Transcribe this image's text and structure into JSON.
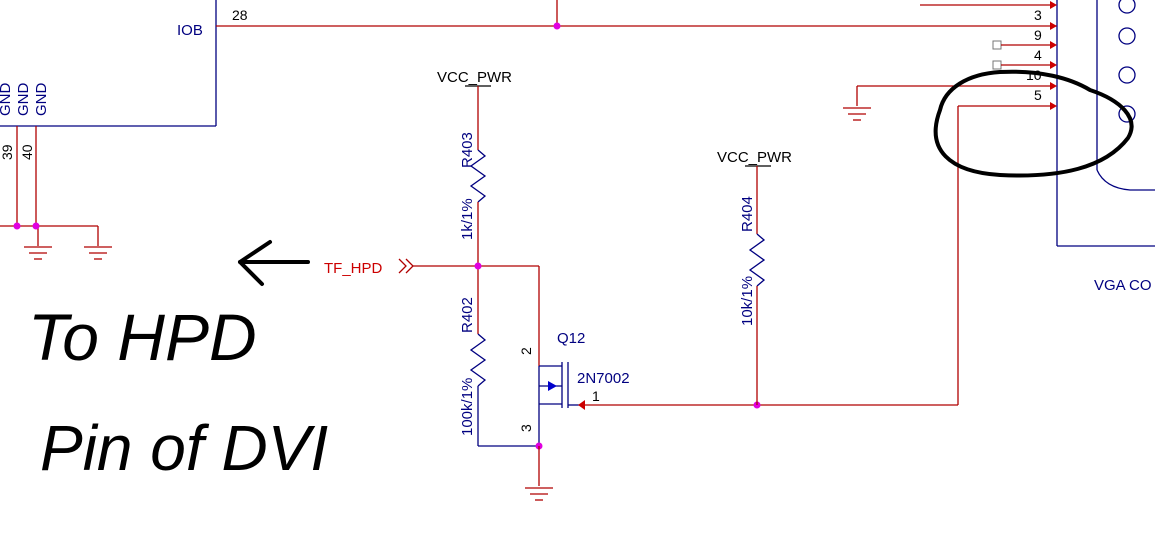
{
  "ic_left": {
    "pin_label": "IOB",
    "pin_number": "28",
    "gnd_labels": [
      "GND",
      "GND",
      "GND"
    ],
    "gnd_pin_numbers": [
      "39",
      "40"
    ]
  },
  "power_nets": {
    "r403_supply": "VCC_PWR",
    "r404_supply": "VCC_PWR"
  },
  "resistors": {
    "r403": {
      "ref": "R403",
      "value": "1k/1%"
    },
    "r402": {
      "ref": "R402",
      "value": "100k/1%"
    },
    "r404": {
      "ref": "R404",
      "value": "10k/1%"
    }
  },
  "net_labels": {
    "tf_hpd": "TF_HPD"
  },
  "transistor": {
    "ref": "Q12",
    "part": "2N7002",
    "pin_gate": "1",
    "pin_drain": "2",
    "pin_source": "3"
  },
  "connector": {
    "name": "VGA CO",
    "pins": [
      "3",
      "9",
      "4",
      "10",
      "5"
    ]
  },
  "annotation": {
    "line1": "To HPD",
    "line2": "Pin of DVI"
  }
}
